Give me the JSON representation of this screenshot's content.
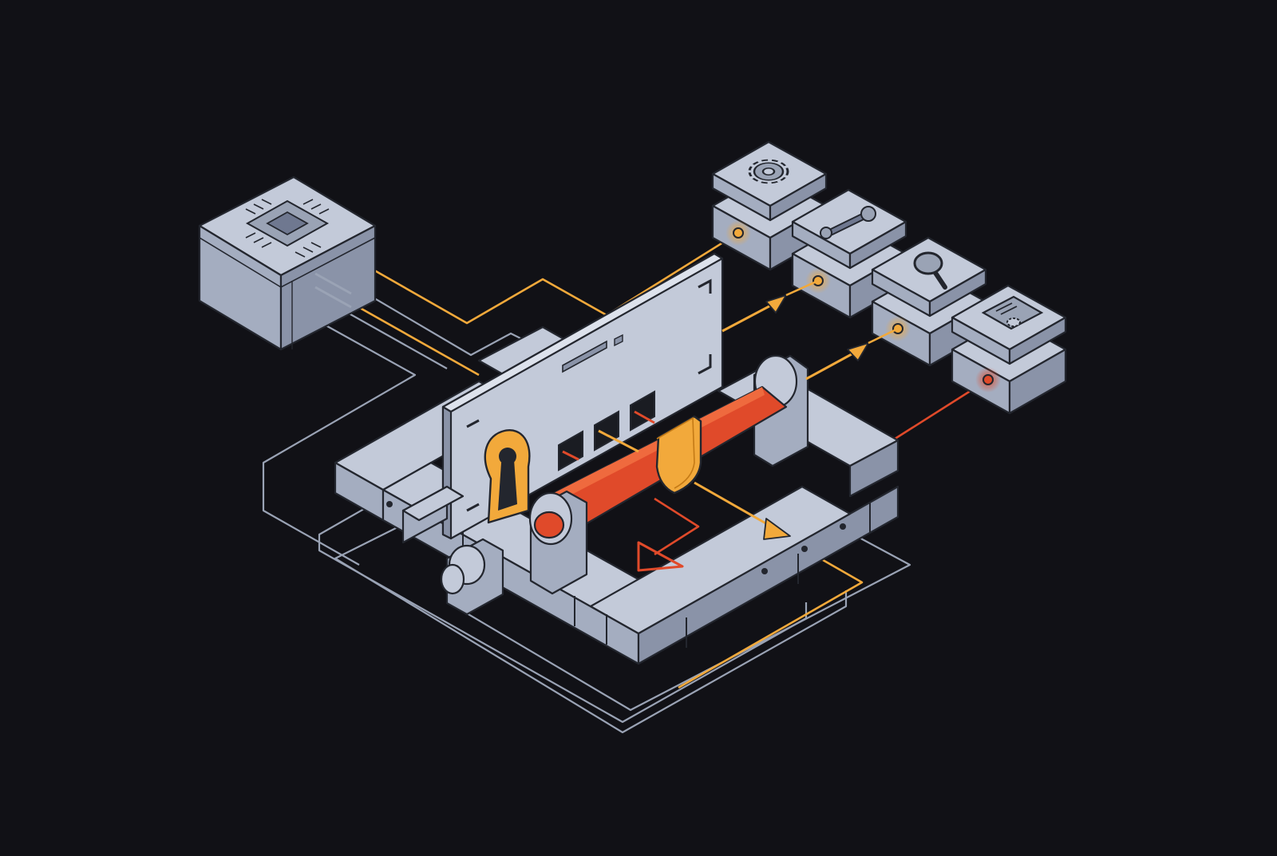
{
  "scene": {
    "kind": "isometric security-gate illustration",
    "modules": [
      {
        "id": "processor",
        "icon": "chip-icon",
        "role": "source"
      },
      {
        "id": "config",
        "icon": "gear-icon"
      },
      {
        "id": "tools",
        "icon": "wrench-icon"
      },
      {
        "id": "inspect",
        "icon": "magnifier-icon"
      },
      {
        "id": "settings-doc",
        "icon": "document-gear-icon"
      }
    ],
    "gate_features": [
      "keyhole-icon",
      "shield-icon",
      "locking-bolt",
      "slot-window",
      "slot-window",
      "slot-window"
    ],
    "connections": [
      {
        "from": "processor",
        "to": "config",
        "status": "allowed"
      },
      {
        "from": "gate",
        "to": "tools",
        "status": "allowed"
      },
      {
        "from": "gate",
        "to": "inspect",
        "status": "allowed"
      },
      {
        "from": "gate",
        "to": "settings-doc",
        "status": "blocked"
      }
    ]
  },
  "colors": {
    "background": "#111116",
    "block_top": "#c3cad9",
    "block_left": "#a4adc0",
    "block_right": "#8a93a8",
    "outline": "#23262e",
    "accent_amber": "#f2a93b",
    "accent_red": "#e04a2a",
    "wire_grey": "#9aa3b5"
  }
}
